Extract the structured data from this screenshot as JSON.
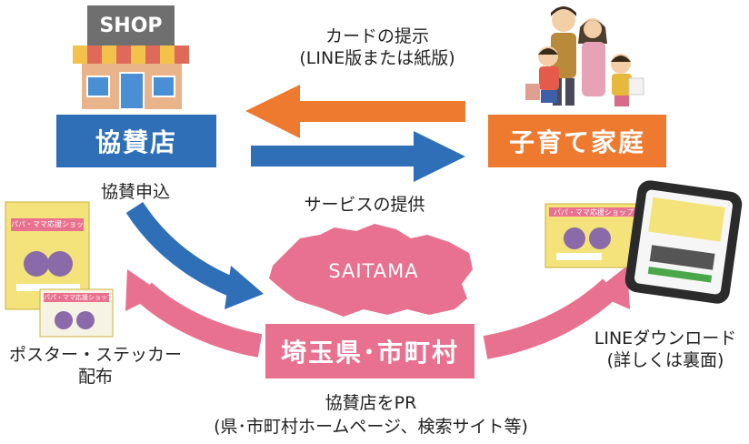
{
  "shop": {
    "sign": "SHOP"
  },
  "sponsor_store": {
    "label": "協賛店",
    "sub_label": "協賛申込"
  },
  "family": {
    "label": "子育て家庭"
  },
  "card_present": {
    "line1": "カードの提示",
    "line2": "(LINE版または紙版)"
  },
  "service": {
    "label": "サービスの提供"
  },
  "map": {
    "label": "SAITAMA"
  },
  "prefecture": {
    "label": "埼玉県･市町村"
  },
  "poster": {
    "line1": "ポスター・ステッカー",
    "line2": "配布",
    "title": "パパ・ママ応援ショップ",
    "sticker_title": "パパ・ママ応援ショップ"
  },
  "line_download": {
    "line1": "LINEダウンロード",
    "line2": "(詳しくは裏面)",
    "card_title": "パパ・ママ応援ショップ"
  },
  "pr": {
    "line1": "協賛店をPR",
    "line2": "(県･市町村ホームページ、検索サイト等)"
  },
  "colors": {
    "blue": "#2f6fb8",
    "orange": "#ee7a30",
    "pink": "#e8718f",
    "shop_gray": "#6f6f6f"
  }
}
